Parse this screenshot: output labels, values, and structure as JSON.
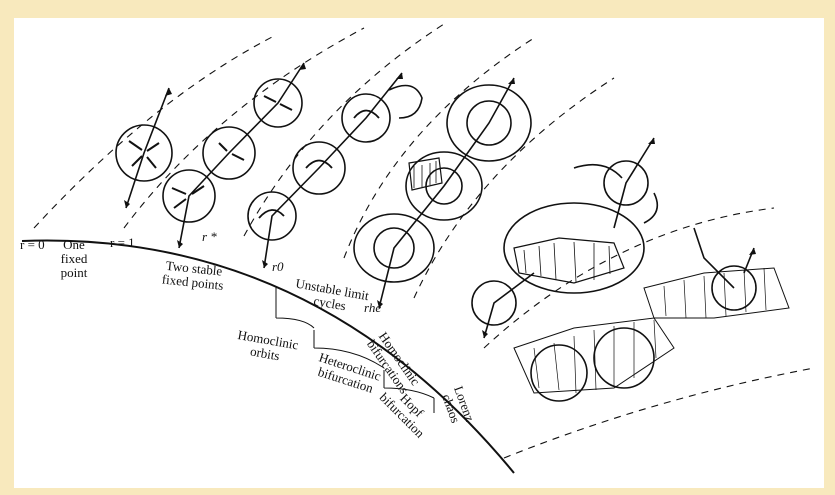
{
  "labels": {
    "r0_eq": "r = 0",
    "one_fixed_point": "One fixed point",
    "r1_eq": "r = 1",
    "two_stable_fixed_points": "Two stable fixed points",
    "r_star": "r *",
    "r_0": "r0",
    "unstable_limit_cycles": "Unstable limit cycles",
    "r_he": "rhe",
    "homoclinic_orbits": "Homoclinic orbits",
    "heteroclinic_bifurcation": "Heteroclinic bifurcation",
    "hopf_bifurcation": "Hopf bifurcation",
    "homoclinic_bifurcations": "Homoclinic bifurcations",
    "lorenz_chaos": "Lorenz chaos"
  },
  "colors": {
    "border": "#f8e9bd",
    "ink": "#111111",
    "paper": "#ffffff"
  }
}
